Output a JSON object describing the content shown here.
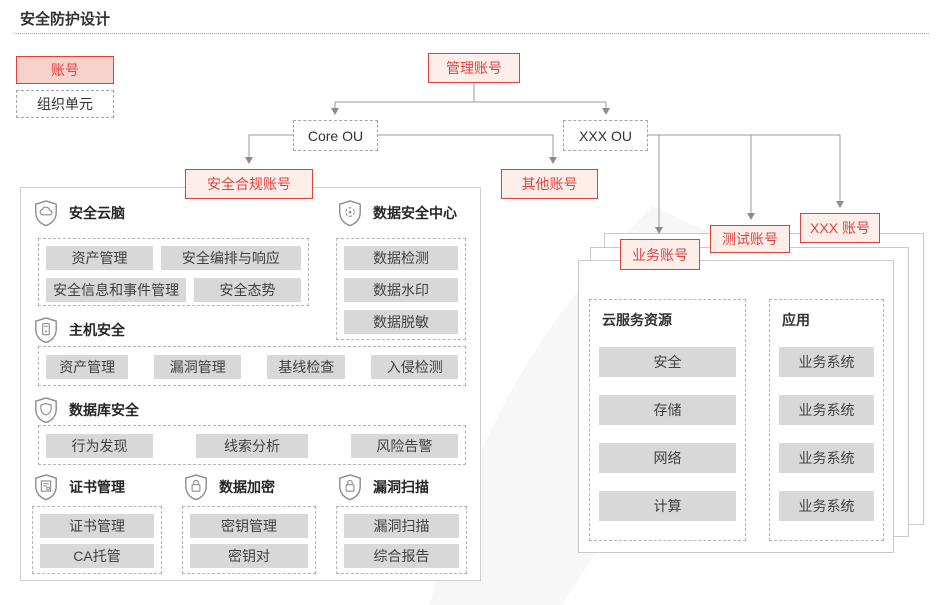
{
  "page": {
    "title": "安全防护设计"
  },
  "legend": {
    "account_label": "账号",
    "org_unit_label": "组织单元"
  },
  "tree": {
    "management_account": "管理账号",
    "core_ou": "Core OU",
    "xxx_ou": "XXX OU",
    "security_compliance_account": "安全合规账号",
    "other_account": "其他账号",
    "business_account": "业务账号",
    "test_account": "测试账号",
    "xxx_account": "XXX 账号"
  },
  "left_panel": {
    "security_brain": {
      "icon": "shield-cloud-icon",
      "label": "安全云脑",
      "items": [
        "资产管理",
        "安全编排与响应",
        "安全信息和事件管理",
        "安全态势"
      ]
    },
    "data_security_center": {
      "icon": "shield-scan-icon",
      "label": "数据安全中心",
      "items": [
        "数据检测",
        "数据水印",
        "数据脱敏"
      ]
    },
    "host_security": {
      "icon": "shield-server-icon",
      "label": "主机安全",
      "items": [
        "资产管理",
        "漏洞管理",
        "基线检查",
        "入侵检测"
      ]
    },
    "database_security": {
      "icon": "shield-inner-shield-icon",
      "label": "数据库安全",
      "items": [
        "行为发现",
        "线索分析",
        "风险告警"
      ]
    },
    "certificate_management": {
      "icon": "shield-certificate-icon",
      "label": "证书管理",
      "items": [
        "证书管理",
        "CA托管"
      ]
    },
    "data_encryption": {
      "icon": "shield-lock-icon",
      "label": "数据加密",
      "items": [
        "密钥管理",
        "密钥对"
      ]
    },
    "vulnerability_scan": {
      "icon": "shield-lock-icon",
      "label": "漏洞扫描",
      "items": [
        "漏洞扫描",
        "综合报告"
      ]
    }
  },
  "right_panel": {
    "cloud_resources": {
      "label": "云服务资源",
      "items": [
        "安全",
        "存储",
        "网络",
        "计算"
      ]
    },
    "applications": {
      "label": "应用",
      "items": [
        "业务系统",
        "业务系统",
        "业务系统",
        "业务系统"
      ]
    }
  },
  "colors": {
    "accent_red": "#e0403c",
    "node_fill": "#fdeeea",
    "legend_account_fill": "#f7d2cb",
    "gray_item_fill": "#d8d8d8",
    "connector_line": "#999999",
    "border_gray": "#cfcfcf"
  }
}
